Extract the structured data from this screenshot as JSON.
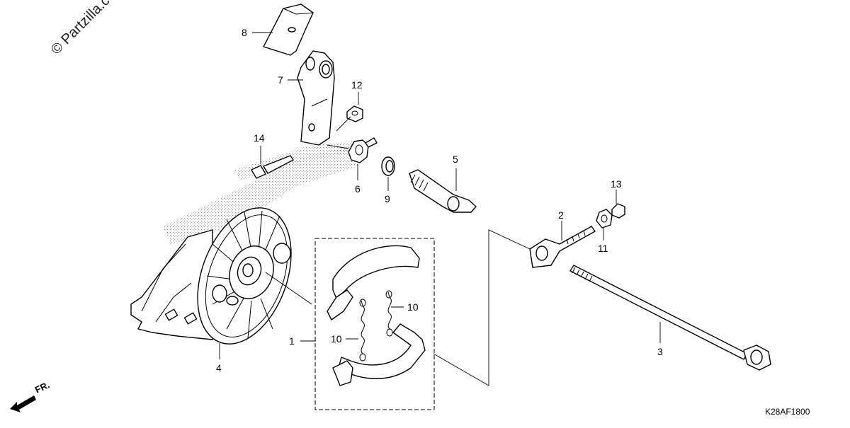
{
  "watermark": "© Partzilla.com",
  "direction_label": "FR.",
  "diagram_code": "K28AF1800",
  "callouts": {
    "c1": "1",
    "c2": "2",
    "c3": "3",
    "c4": "4",
    "c5": "5",
    "c6": "6",
    "c7": "7",
    "c8": "8",
    "c9": "9",
    "c10a": "10",
    "c10b": "10",
    "c11": "11",
    "c12": "12",
    "c13": "13",
    "c14": "14"
  }
}
